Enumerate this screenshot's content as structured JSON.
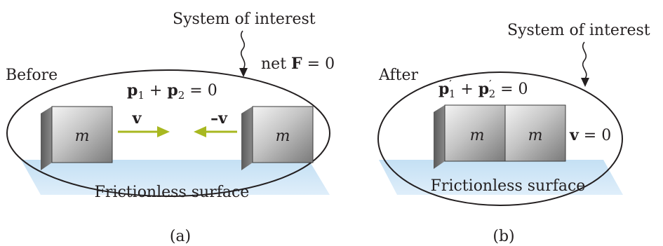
{
  "panel_a": {
    "system_label": "System of interest",
    "net_force": {
      "prefix": "net ",
      "symbol": "F",
      "suffix": " = 0"
    },
    "state_label": "Before",
    "momentum_eq": {
      "p1": "p",
      "sub1": "1",
      "plus": " + ",
      "p2": "p",
      "sub2": "2",
      "rhs": " = 0"
    },
    "block_left_mass": "m",
    "block_right_mass": "m",
    "velocity_right": "v",
    "velocity_left": "–v",
    "surface_label": "Frictionless surface",
    "caption": "(a)"
  },
  "panel_b": {
    "system_label": "System of interest",
    "state_label": "After",
    "momentum_eq": {
      "p1": "p",
      "prime1": "′",
      "sub1": "1",
      "plus": " + ",
      "p2": "p",
      "prime2": "′",
      "sub2": "2",
      "rhs": " = 0"
    },
    "block_left_mass": "m",
    "block_right_mass": "m",
    "velocity": {
      "symbol": "v",
      "rhs": " = 0"
    },
    "surface_label": "Frictionless surface",
    "caption": "(b)"
  },
  "colors": {
    "arrow": "#a8b820",
    "surface": "#bcdcf0",
    "outline": "#231f20"
  }
}
